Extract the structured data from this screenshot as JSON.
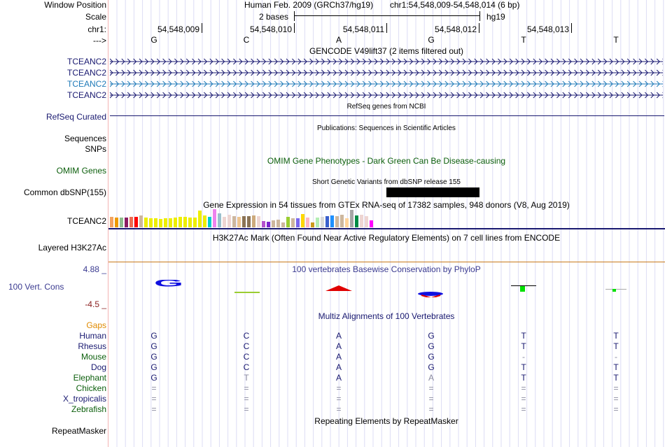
{
  "header": {
    "labels": [
      "Window Position",
      "Scale",
      "chr1:",
      "--->"
    ],
    "assembly": "Human Feb. 2009 (GRCh37/hg19)",
    "position": "chr1:54,548,009-54,548,014 (6 bp)",
    "scale_text": "2 bases",
    "scale_db": "hg19",
    "coords": [
      "54,548,009",
      "54,548,010",
      "54,548,011",
      "54,548,012",
      "54,548,013"
    ],
    "bases": [
      "G",
      "C",
      "A",
      "G",
      "T",
      "T"
    ]
  },
  "gencode": {
    "title": "GENCODE V49lift37 (2 items filtered out)",
    "genes": [
      {
        "name": "TCEANC2",
        "color": "#191970"
      },
      {
        "name": "TCEANC2",
        "color": "#191970"
      },
      {
        "name": "TCEANC2",
        "color": "#1f7ab8"
      },
      {
        "name": "TCEANC2",
        "color": "#191970"
      }
    ]
  },
  "refseq": {
    "label": "RefSeq Curated",
    "title": "RefSeq genes from NCBI"
  },
  "publications": {
    "title": "Publications: Sequences in Scientific Articles",
    "labels": [
      "Sequences",
      "SNPs"
    ]
  },
  "omim": {
    "label": "OMIM Genes",
    "title": "OMIM Gene Phenotypes - Dark Green Can Be Disease-causing"
  },
  "dbsnp": {
    "label": "Common dbSNP(155)",
    "title": "Short Genetic Variants from dbSNP release 155"
  },
  "gtex": {
    "label": "TCEANC2",
    "title": "Gene Expression in 54 tissues from GTEx RNA-seq of 17382 samples, 948 donors (V8, Aug 2019)",
    "values": [
      15,
      14,
      14,
      14,
      15,
      15,
      17,
      14,
      13,
      13,
      12,
      13,
      13,
      14,
      15,
      15,
      14,
      14,
      24,
      17,
      15,
      26,
      20,
      15,
      18,
      16,
      15,
      16,
      16,
      17,
      16,
      9,
      8,
      10,
      11,
      7,
      15,
      13,
      13,
      19,
      14,
      7,
      14,
      15,
      16,
      17,
      16,
      18,
      13,
      25,
      17,
      18,
      16,
      10
    ],
    "colors": [
      "#f4a460",
      "#ee9a00",
      "#8fbc8f",
      "#8b1c62",
      "#ee6a50",
      "#ff0000",
      "#cdb79e",
      "#eeee00",
      "#eeee00",
      "#eeee00",
      "#eeee00",
      "#eeee00",
      "#eeee00",
      "#eeee00",
      "#eeee00",
      "#eeee00",
      "#eeee00",
      "#eeee00",
      "#eeee00",
      "#eeee00",
      "#00cdcd",
      "#ee82ee",
      "#9ac0cd",
      "#eed5d2",
      "#eed5d2",
      "#cdb79e",
      "#eec591",
      "#8b7355",
      "#8b7355",
      "#cdaa7d",
      "#eed5d2",
      "#b452cd",
      "#7d26cd",
      "#cdb79e",
      "#cdb79e",
      "#cdb79e",
      "#9acd32",
      "#cdb79e",
      "#7a67ee",
      "#ffd700",
      "#ffb6c1",
      "#cd9b1d",
      "#b4eeb4",
      "#d9d9d9",
      "#3a5fcd",
      "#1e90ff",
      "#cdb79e",
      "#cdb79e",
      "#ffd39b",
      "#a6a6a6",
      "#008b45",
      "#eed5d2",
      "#eed5d2",
      "#ff00ff"
    ]
  },
  "h3k27ac": {
    "label": "Layered H3K27Ac",
    "title": "H3K27Ac Mark (Often Found Near Active Regulatory Elements) on 7 cell lines from ENCODE"
  },
  "phylop": {
    "label": "100 Vert. Cons",
    "max": "4.88 _",
    "min": "-4.5 _",
    "title": "100 vertebrates Basewise Conservation by PhyloP"
  },
  "multiz": {
    "title": "Multiz Alignments of 100 Vertebrates",
    "gaps_label": "Gaps",
    "species": [
      {
        "name": "Human",
        "color": "#191970",
        "bases": [
          "G",
          "C",
          "A",
          "G",
          "T",
          "T"
        ]
      },
      {
        "name": "Rhesus",
        "color": "#191970",
        "bases": [
          "G",
          "C",
          "A",
          "G",
          "T",
          "T"
        ]
      },
      {
        "name": "Mouse",
        "color": "#0b5e0b",
        "bases": [
          "G",
          "C",
          "A",
          "G",
          "-",
          "-"
        ]
      },
      {
        "name": "Dog",
        "color": "#191970",
        "bases": [
          "G",
          "C",
          "A",
          "G",
          "T",
          "T"
        ]
      },
      {
        "name": "Elephant",
        "color": "#0b5e0b",
        "bases": [
          "G",
          "T",
          "A",
          "A",
          "T",
          "T"
        ]
      },
      {
        "name": "Chicken",
        "color": "#0b5e0b",
        "bases": [
          "=",
          "=",
          "=",
          "=",
          "=",
          "="
        ]
      },
      {
        "name": "X_tropicalis",
        "color": "#191970",
        "bases": [
          "=",
          "=",
          "=",
          "=",
          "=",
          "="
        ]
      },
      {
        "name": "Zebrafish",
        "color": "#0b5e0b",
        "bases": [
          "=",
          "=",
          "=",
          "=",
          "=",
          "="
        ]
      }
    ]
  },
  "repeatmasker": {
    "label": "RepeatMasker",
    "title": "Repeating Elements by RepeatMasker"
  }
}
